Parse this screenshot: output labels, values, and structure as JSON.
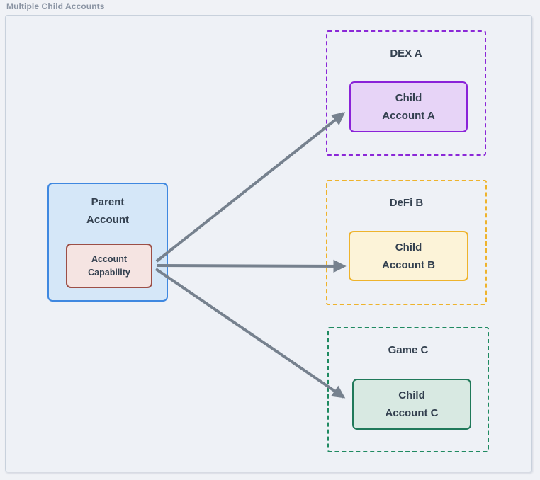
{
  "title": "Multiple Child Accounts",
  "diagram": {
    "parent": {
      "label": [
        "Parent",
        "Account"
      ],
      "capability_label": [
        "Account",
        "Capability"
      ]
    },
    "groups": [
      {
        "id": "dex-a",
        "label": "DEX A",
        "child_label": [
          "Child",
          "Account A"
        ]
      },
      {
        "id": "defi-b",
        "label": "DeFi B",
        "child_label": [
          "Child",
          "Account B"
        ]
      },
      {
        "id": "game-c",
        "label": "Game C",
        "child_label": [
          "Child",
          "Account C"
        ]
      }
    ],
    "edges": [
      {
        "from": "account-capability",
        "to": "child-account-a"
      },
      {
        "from": "account-capability",
        "to": "child-account-b"
      },
      {
        "from": "account-capability",
        "to": "child-account-c"
      }
    ]
  },
  "colors": {
    "page-bg": "#f0f2f6",
    "canvas-bg": "#eef1f6",
    "canvas-border": "#c8d1dc",
    "title-color": "#8a94a3",
    "text-dark": "#33404f",
    "arrow-color": "#76818e",
    "parent-fill": "#d5e7f8",
    "parent-border": "#3f88e0",
    "capability-fill": "#f5e4e2",
    "capability-border": "#9c4f47",
    "group-a-border": "#8b28d7",
    "child-a-fill": "#e7d4f7",
    "child-a-border": "#8a22d8",
    "group-b-border": "#eeb32c",
    "child-b-fill": "#fcf3d8",
    "child-b-border": "#eeb32c",
    "group-c-border": "#1f8a61",
    "child-c-fill": "#d8e9e2",
    "child-c-border": "#20795a"
  }
}
